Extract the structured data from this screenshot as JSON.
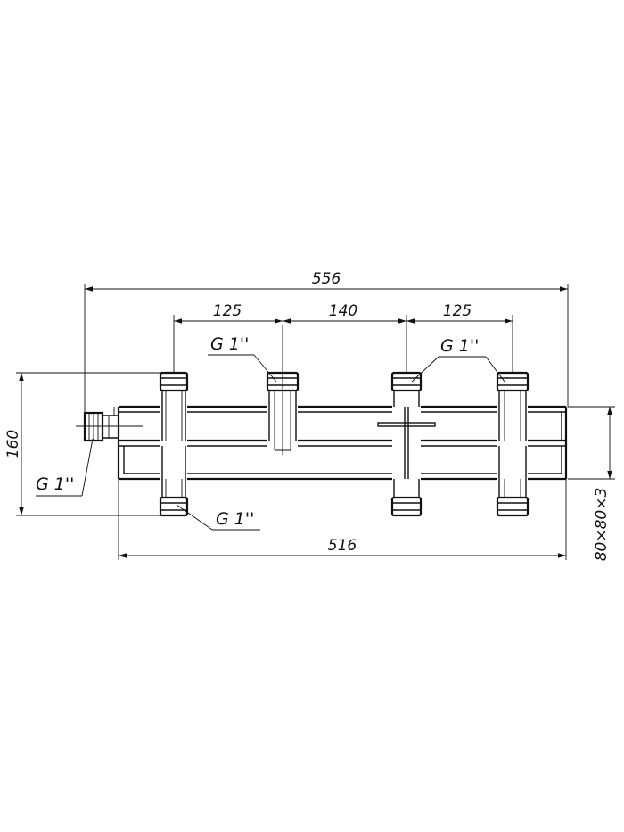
{
  "dimensions": {
    "overall_length": "556",
    "body_length": "516",
    "spacing_left": "125",
    "spacing_middle": "140",
    "spacing_right": "125",
    "height": "160",
    "profile": "80×80×3"
  },
  "thread_labels": {
    "top_left": "G 1''",
    "top_right": "G 1''",
    "bottom": "G 1''",
    "inlet": "G 1''"
  }
}
